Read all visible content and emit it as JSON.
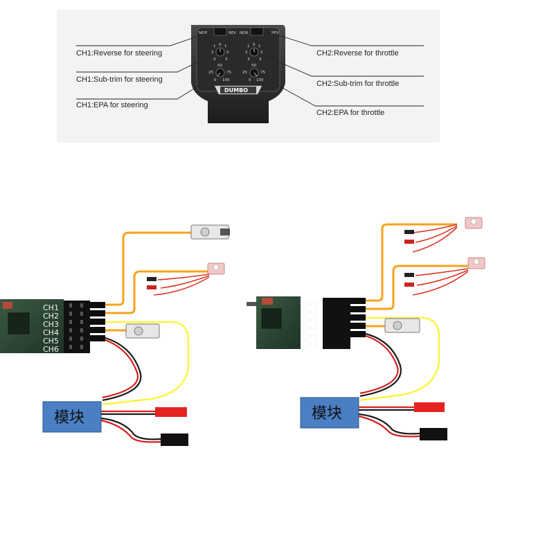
{
  "transmitter": {
    "brand": "DUMBO",
    "switch_left": {
      "nor": "NOR",
      "rev": "REV"
    },
    "switch_right": {
      "nor": "NOR",
      "rev": "REV"
    },
    "dials": {
      "trim_top": "0",
      "trim_left": "2",
      "trim_right": "2",
      "trim_low_left": "3",
      "trim_low_right": "3",
      "trim_minus": "1",
      "trim_plus": "1",
      "epa_top": "50",
      "epa_left": "25",
      "epa_right": "75",
      "epa_bottom_left": "0",
      "epa_bottom_right": "100"
    }
  },
  "callouts": {
    "ch1_reverse": "CH1:Reverse for steering",
    "ch1_subtrim": "CH1:Sub-trim for steering",
    "ch1_epa": "CH1:EPA for steering",
    "ch2_reverse": "CH2:Reverse for throttle",
    "ch2_subtrim": "CH2:Sub-trim for throttle",
    "ch2_epa": "CH2:EPA for throttle"
  },
  "receiver": {
    "channels": [
      "CH1",
      "CH2",
      "CH3",
      "CH4",
      "CH5",
      "CH6"
    ]
  },
  "module_label": "模块",
  "colors": {
    "wire_orange": "#f7a21b",
    "wire_yellow": "#fff23a",
    "wire_red": "#d81e1e",
    "wire_black": "#1a1a1a",
    "module_fill": "#4a7fc3",
    "receiver_board": "#2d4a35",
    "connector_red": "#e52222"
  }
}
